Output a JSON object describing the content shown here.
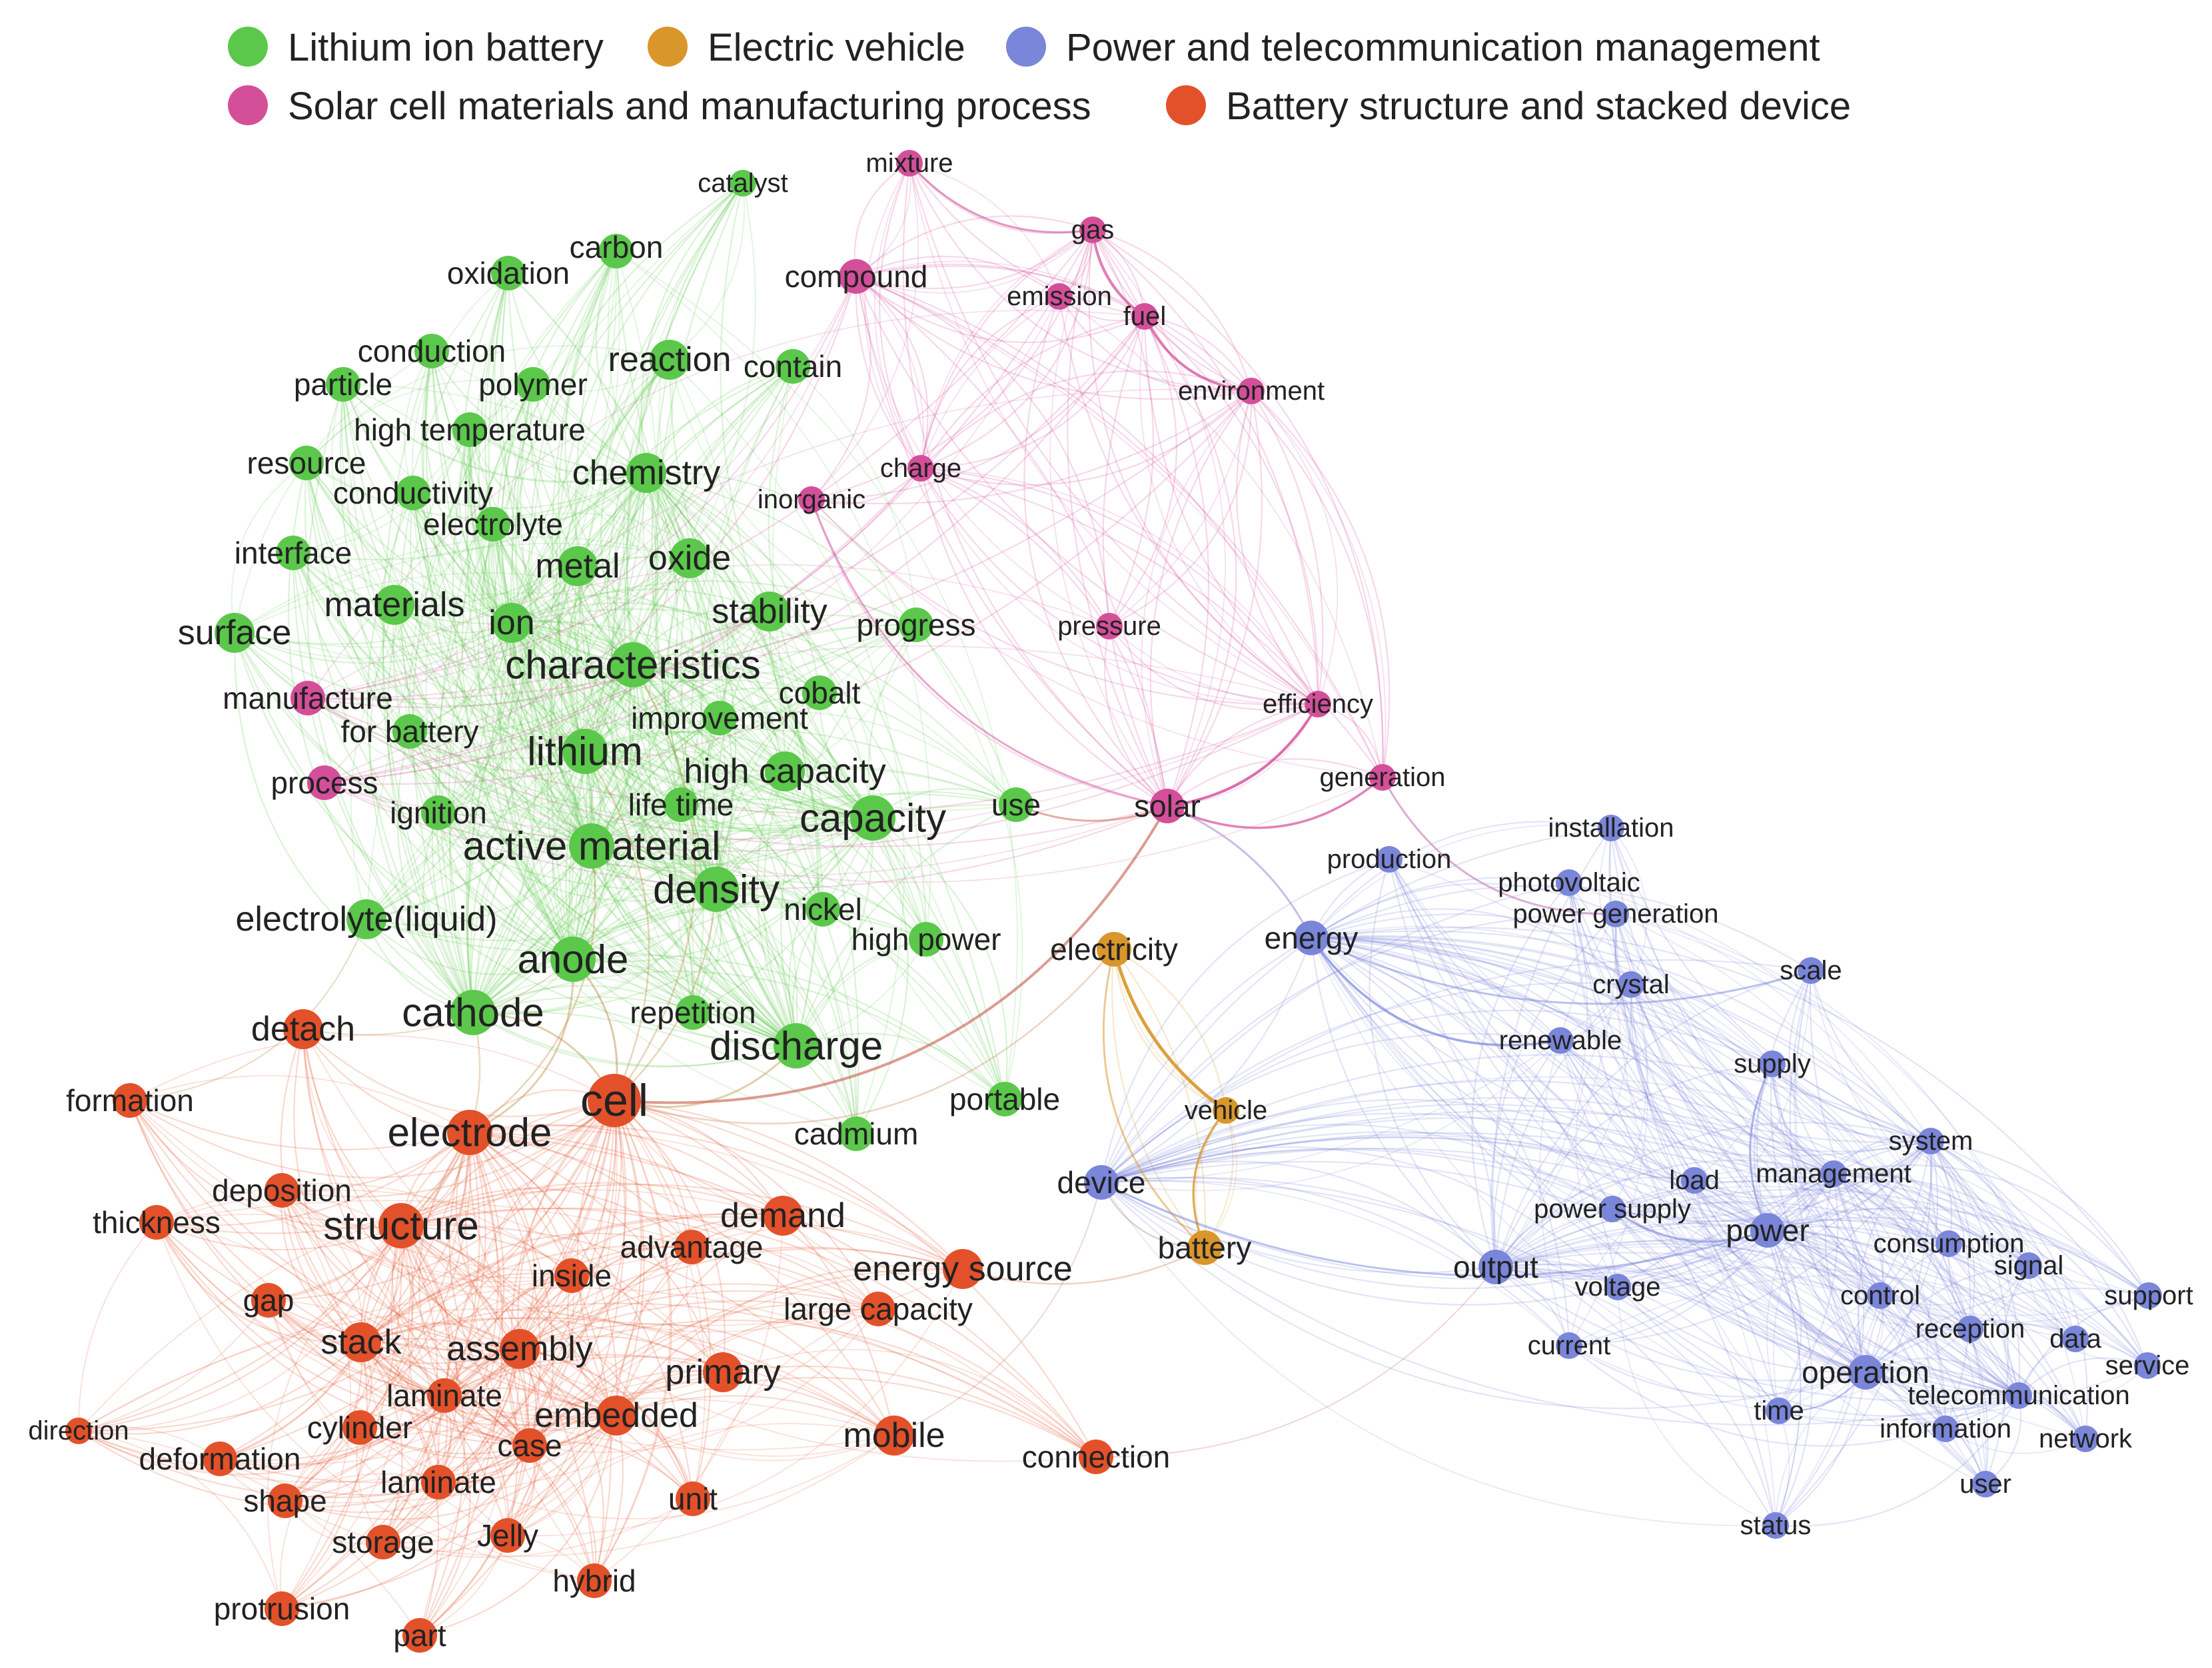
{
  "colors": {
    "lithium": "#5bc84b",
    "ev": "#d9962a",
    "power": "#7a86d9",
    "solar": "#d44f9a",
    "battery": "#e3512a"
  },
  "legend": [
    {
      "label": "Lithium ion battery",
      "group": "lithium"
    },
    {
      "label": "Electric vehicle",
      "group": "ev"
    },
    {
      "label": "Power and telecommunication management",
      "group": "power"
    },
    {
      "label": "Solar cell materials and manufacturing process",
      "group": "solar"
    },
    {
      "label": "Battery structure and stacked device",
      "group": "battery"
    }
  ],
  "nodes": [
    {
      "id": "catalyst",
      "label": "catalyst",
      "group": "lithium",
      "size": 1
    },
    {
      "id": "carbon",
      "label": "carbon",
      "group": "lithium",
      "size": 2
    },
    {
      "id": "oxidation",
      "label": "oxidation",
      "group": "lithium",
      "size": 2
    },
    {
      "id": "conduction",
      "label": "conduction",
      "group": "lithium",
      "size": 2
    },
    {
      "id": "particle",
      "label": "particle",
      "group": "lithium",
      "size": 2
    },
    {
      "id": "polymer",
      "label": "polymer",
      "group": "lithium",
      "size": 2
    },
    {
      "id": "reaction",
      "label": "reaction",
      "group": "lithium",
      "size": 3
    },
    {
      "id": "contain",
      "label": "contain",
      "group": "lithium",
      "size": 2
    },
    {
      "id": "high_temperature",
      "label": "high temperature",
      "group": "lithium",
      "size": 2
    },
    {
      "id": "resource",
      "label": "resource",
      "group": "lithium",
      "size": 2
    },
    {
      "id": "chemistry",
      "label": "chemistry",
      "group": "lithium",
      "size": 3
    },
    {
      "id": "conductivity",
      "label": "conductivity",
      "group": "lithium",
      "size": 2
    },
    {
      "id": "electrolyte",
      "label": "electrolyte",
      "group": "lithium",
      "size": 2
    },
    {
      "id": "interface",
      "label": "interface",
      "group": "lithium",
      "size": 2
    },
    {
      "id": "metal",
      "label": "metal",
      "group": "lithium",
      "size": 3
    },
    {
      "id": "oxide",
      "label": "oxide",
      "group": "lithium",
      "size": 3
    },
    {
      "id": "materials",
      "label": "materials",
      "group": "lithium",
      "size": 3
    },
    {
      "id": "surface",
      "label": "surface",
      "group": "lithium",
      "size": 3
    },
    {
      "id": "ion",
      "label": "ion",
      "group": "lithium",
      "size": 3
    },
    {
      "id": "stability",
      "label": "stability",
      "group": "lithium",
      "size": 3
    },
    {
      "id": "progress",
      "label": "progress",
      "group": "lithium",
      "size": 2
    },
    {
      "id": "characteristics",
      "label": "characteristics",
      "group": "lithium",
      "size": 4
    },
    {
      "id": "cobalt",
      "label": "cobalt",
      "group": "lithium",
      "size": 2
    },
    {
      "id": "improvement",
      "label": "improvement",
      "group": "lithium",
      "size": 2
    },
    {
      "id": "for_battery",
      "label": "for battery",
      "group": "lithium",
      "size": 2
    },
    {
      "id": "lithium",
      "label": "lithium",
      "group": "lithium",
      "size": 4
    },
    {
      "id": "high_capacity",
      "label": "high capacity",
      "group": "lithium",
      "size": 3
    },
    {
      "id": "ignition",
      "label": "ignition",
      "group": "lithium",
      "size": 2
    },
    {
      "id": "life_time",
      "label": "life time",
      "group": "lithium",
      "size": 2
    },
    {
      "id": "capacity",
      "label": "capacity",
      "group": "lithium",
      "size": 4
    },
    {
      "id": "use",
      "label": "use",
      "group": "lithium",
      "size": 2
    },
    {
      "id": "active_material",
      "label": "active material",
      "group": "lithium",
      "size": 4
    },
    {
      "id": "density",
      "label": "density",
      "group": "lithium",
      "size": 4
    },
    {
      "id": "nickel",
      "label": "nickel",
      "group": "lithium",
      "size": 2
    },
    {
      "id": "electrolyte_liquid",
      "label": "electrolyte(liquid)",
      "group": "lithium",
      "size": 3
    },
    {
      "id": "high_power",
      "label": "high power",
      "group": "lithium",
      "size": 2
    },
    {
      "id": "anode",
      "label": "anode",
      "group": "lithium",
      "size": 4
    },
    {
      "id": "cathode",
      "label": "cathode",
      "group": "lithium",
      "size": 4
    },
    {
      "id": "repetition",
      "label": "repetition",
      "group": "lithium",
      "size": 2
    },
    {
      "id": "discharge",
      "label": "discharge",
      "group": "lithium",
      "size": 4
    },
    {
      "id": "portable",
      "label": "portable",
      "group": "lithium",
      "size": 2
    },
    {
      "id": "cadmium",
      "label": "cadmium",
      "group": "lithium",
      "size": 2
    },
    {
      "id": "mixture",
      "label": "mixture",
      "group": "solar",
      "size": 1
    },
    {
      "id": "gas",
      "label": "gas",
      "group": "solar",
      "size": 1
    },
    {
      "id": "compound",
      "label": "compound",
      "group": "solar",
      "size": 2
    },
    {
      "id": "emission",
      "label": "emission",
      "group": "solar",
      "size": 1
    },
    {
      "id": "fuel",
      "label": "fuel",
      "group": "solar",
      "size": 1
    },
    {
      "id": "environment",
      "label": "environment",
      "group": "solar",
      "size": 1
    },
    {
      "id": "charge",
      "label": "charge",
      "group": "solar",
      "size": 1
    },
    {
      "id": "inorganic",
      "label": "inorganic",
      "group": "solar",
      "size": 1
    },
    {
      "id": "pressure",
      "label": "pressure",
      "group": "solar",
      "size": 1
    },
    {
      "id": "efficiency",
      "label": "efficiency",
      "group": "solar",
      "size": 1
    },
    {
      "id": "manufacture",
      "label": "manufacture",
      "group": "solar",
      "size": 2
    },
    {
      "id": "process",
      "label": "process",
      "group": "solar",
      "size": 2
    },
    {
      "id": "generation",
      "label": "generation",
      "group": "solar",
      "size": 1
    },
    {
      "id": "solar",
      "label": "solar",
      "group": "solar",
      "size": 2
    },
    {
      "id": "electricity",
      "label": "electricity",
      "group": "ev",
      "size": 2
    },
    {
      "id": "vehicle",
      "label": "vehicle",
      "group": "ev",
      "size": 1
    },
    {
      "id": "battery_ev",
      "label": "battery",
      "group": "ev",
      "size": 2
    },
    {
      "id": "installation",
      "label": "installation",
      "group": "power",
      "size": 1
    },
    {
      "id": "production",
      "label": "production",
      "group": "power",
      "size": 1
    },
    {
      "id": "photovoltaic",
      "label": "photovoltaic",
      "group": "power",
      "size": 1
    },
    {
      "id": "power_generation",
      "label": "power generation",
      "group": "power",
      "size": 1
    },
    {
      "id": "energy",
      "label": "energy",
      "group": "power",
      "size": 2
    },
    {
      "id": "crystal",
      "label": "crystal",
      "group": "power",
      "size": 1
    },
    {
      "id": "scale",
      "label": "scale",
      "group": "power",
      "size": 1
    },
    {
      "id": "renewable",
      "label": "renewable",
      "group": "power",
      "size": 1
    },
    {
      "id": "supply",
      "label": "supply",
      "group": "power",
      "size": 1
    },
    {
      "id": "system",
      "label": "system",
      "group": "power",
      "size": 1
    },
    {
      "id": "load",
      "label": "load",
      "group": "power",
      "size": 1
    },
    {
      "id": "management",
      "label": "management",
      "group": "power",
      "size": 1
    },
    {
      "id": "device",
      "label": "device",
      "group": "power",
      "size": 2
    },
    {
      "id": "power_supply",
      "label": "power supply",
      "group": "power",
      "size": 1
    },
    {
      "id": "power",
      "label": "power",
      "group": "power",
      "size": 2
    },
    {
      "id": "consumption",
      "label": "consumption",
      "group": "power",
      "size": 1
    },
    {
      "id": "signal",
      "label": "signal",
      "group": "power",
      "size": 1
    },
    {
      "id": "output",
      "label": "output",
      "group": "power",
      "size": 2
    },
    {
      "id": "voltage",
      "label": "voltage",
      "group": "power",
      "size": 1
    },
    {
      "id": "control",
      "label": "control",
      "group": "power",
      "size": 1
    },
    {
      "id": "support",
      "label": "support",
      "group": "power",
      "size": 1
    },
    {
      "id": "reception",
      "label": "reception",
      "group": "power",
      "size": 1
    },
    {
      "id": "data",
      "label": "data",
      "group": "power",
      "size": 1
    },
    {
      "id": "current",
      "label": "current",
      "group": "power",
      "size": 1
    },
    {
      "id": "service",
      "label": "service",
      "group": "power",
      "size": 1
    },
    {
      "id": "operation",
      "label": "operation",
      "group": "power",
      "size": 2
    },
    {
      "id": "telecommunication",
      "label": "telecommunication",
      "group": "power",
      "size": 1
    },
    {
      "id": "time",
      "label": "time",
      "group": "power",
      "size": 1
    },
    {
      "id": "information",
      "label": "information",
      "group": "power",
      "size": 1
    },
    {
      "id": "network",
      "label": "network",
      "group": "power",
      "size": 1
    },
    {
      "id": "user",
      "label": "user",
      "group": "power",
      "size": 1
    },
    {
      "id": "status",
      "label": "status",
      "group": "power",
      "size": 1
    },
    {
      "id": "formation",
      "label": "formation",
      "group": "battery",
      "size": 2
    },
    {
      "id": "detach",
      "label": "detach",
      "group": "battery",
      "size": 3
    },
    {
      "id": "cell",
      "label": "cell",
      "group": "battery",
      "size": 5
    },
    {
      "id": "electrode",
      "label": "electrode",
      "group": "battery",
      "size": 4
    },
    {
      "id": "deposition",
      "label": "deposition",
      "group": "battery",
      "size": 2
    },
    {
      "id": "thickness",
      "label": "thickness",
      "group": "battery",
      "size": 2
    },
    {
      "id": "structure",
      "label": "structure",
      "group": "battery",
      "size": 4
    },
    {
      "id": "demand",
      "label": "demand",
      "group": "battery",
      "size": 3
    },
    {
      "id": "advantage",
      "label": "advantage",
      "group": "battery",
      "size": 2
    },
    {
      "id": "inside",
      "label": "inside",
      "group": "battery",
      "size": 2
    },
    {
      "id": "energy_source",
      "label": "energy source",
      "group": "battery",
      "size": 3
    },
    {
      "id": "gap",
      "label": "gap",
      "group": "battery",
      "size": 2
    },
    {
      "id": "large_capacity",
      "label": "large capacity",
      "group": "battery",
      "size": 2
    },
    {
      "id": "stack",
      "label": "stack",
      "group": "battery",
      "size": 3
    },
    {
      "id": "assembly",
      "label": "assembly",
      "group": "battery",
      "size": 3
    },
    {
      "id": "primary",
      "label": "primary",
      "group": "battery",
      "size": 3
    },
    {
      "id": "laminate_1",
      "label": "laminate",
      "group": "battery",
      "size": 2
    },
    {
      "id": "embedded",
      "label": "embedded",
      "group": "battery",
      "size": 3
    },
    {
      "id": "cylinder",
      "label": "cylinder",
      "group": "battery",
      "size": 2
    },
    {
      "id": "direction",
      "label": "direction",
      "group": "battery",
      "size": 1
    },
    {
      "id": "case",
      "label": "case",
      "group": "battery",
      "size": 2
    },
    {
      "id": "deformation",
      "label": "deformation",
      "group": "battery",
      "size": 2
    },
    {
      "id": "mobile",
      "label": "mobile",
      "group": "battery",
      "size": 3
    },
    {
      "id": "connection",
      "label": "connection",
      "group": "battery",
      "size": 2
    },
    {
      "id": "laminate_2",
      "label": "laminate",
      "group": "battery",
      "size": 2
    },
    {
      "id": "shape",
      "label": "shape",
      "group": "battery",
      "size": 2
    },
    {
      "id": "unit",
      "label": "unit",
      "group": "battery",
      "size": 2
    },
    {
      "id": "storage",
      "label": "storage",
      "group": "battery",
      "size": 2
    },
    {
      "id": "jelly",
      "label": "Jelly",
      "group": "battery",
      "size": 2
    },
    {
      "id": "hybrid",
      "label": "hybrid",
      "group": "battery",
      "size": 2
    },
    {
      "id": "protrusion",
      "label": "protrusion",
      "group": "battery",
      "size": 2
    },
    {
      "id": "part",
      "label": "part",
      "group": "battery",
      "size": 2
    }
  ]
}
